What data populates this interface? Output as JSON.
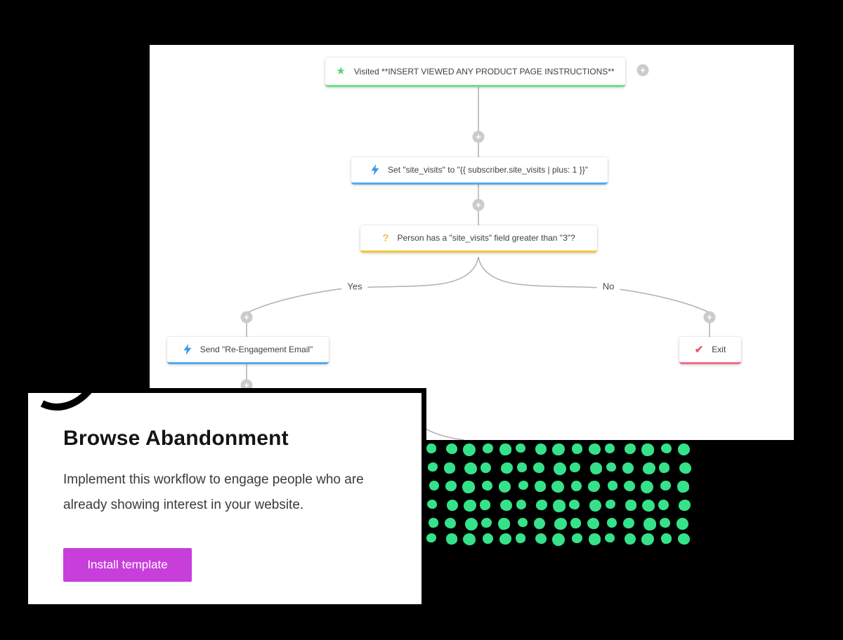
{
  "workflow": {
    "nodes": [
      {
        "id": "trigger",
        "label": "Visited **INSERT VIEWED ANY PRODUCT PAGE INSTRUCTIONS**",
        "icon": "star",
        "accent": "green"
      },
      {
        "id": "set-field",
        "label": "Set \"site_visits\" to \"{{ subscriber.site_visits | plus: 1 }}\"",
        "icon": "lightning",
        "accent": "blue"
      },
      {
        "id": "condition",
        "label": "Person has a \"site_visits\" field greater than \"3\"?",
        "icon": "question",
        "accent": "yellow"
      },
      {
        "id": "send-email",
        "label": "Send \"Re-Engagement Email\"",
        "icon": "lightning",
        "accent": "blue"
      },
      {
        "id": "exit",
        "label": "Exit",
        "icon": "check",
        "accent": "red"
      }
    ],
    "branch_labels": {
      "yes": "Yes",
      "no": "No"
    },
    "plus_label": "+"
  },
  "card": {
    "title": "Browse Abandonment",
    "description": "Implement this workflow to engage people who are already showing interest in your website.",
    "button_label": "Install template"
  },
  "icons": {
    "star": "★",
    "question": "?",
    "check": "✔",
    "plus": "+"
  },
  "colors": {
    "green": "#50d76e",
    "green_border": "#6fdf8b",
    "blue": "#3b9ae8",
    "blue_border": "#58a9ec",
    "yellow": "#f0c43c",
    "yellow_border": "#f5c832",
    "red": "#e8566d",
    "red_border": "#f0718a",
    "button": "#c73edb",
    "dots": "#35e28a",
    "connector": "#b0b0b0",
    "plus_bg": "#cbcbcb"
  }
}
